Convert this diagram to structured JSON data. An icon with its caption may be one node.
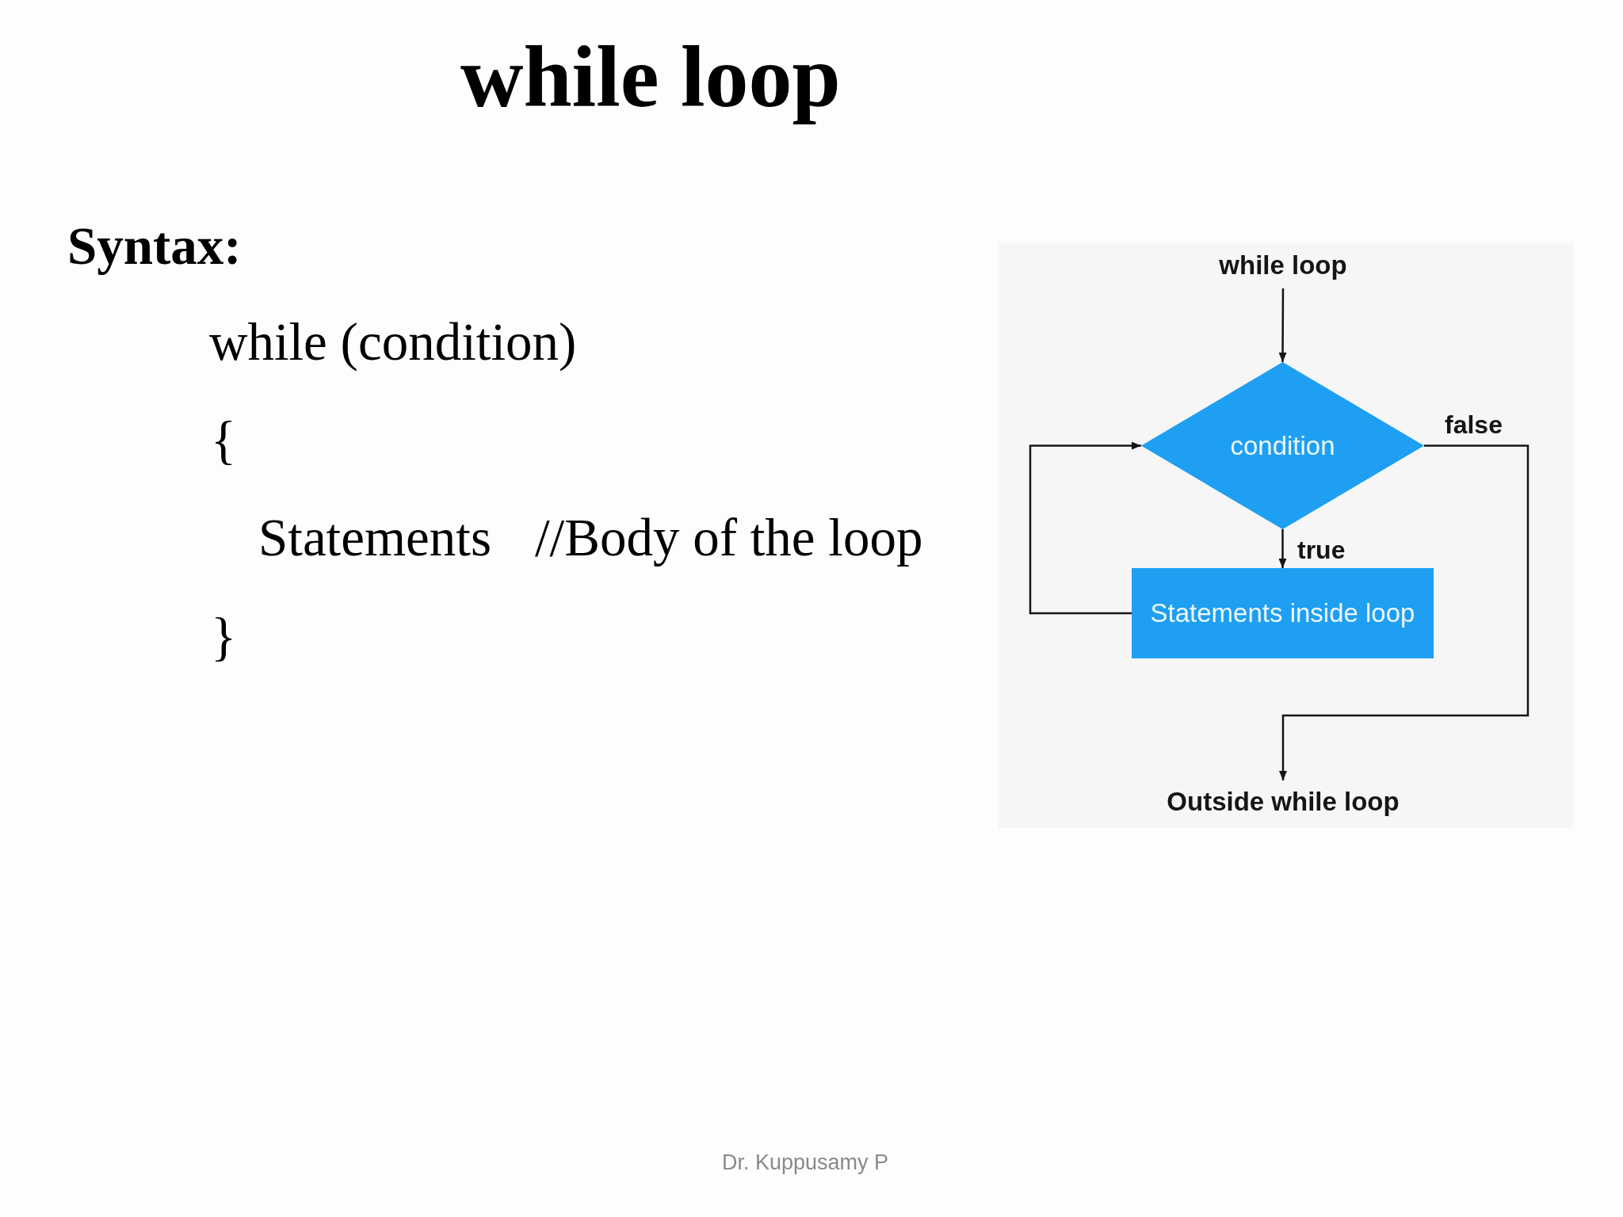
{
  "diagram": {
    "title": "while loop",
    "nodes": [
      {
        "text": [
          "while loop"
        ]
      },
      {
        "text": [
          "condition"
        ]
      },
      {
        "text": [
          "Statements inside loop"
        ]
      },
      {
        "text": [
          "Outside while loop"
        ]
      }
    ],
    "edges": [
      {
        "from": 0,
        "to": 1,
        "arrow": "to"
      },
      {
        "from": 1,
        "to": 2,
        "arrow": "to",
        "label": "true"
      },
      {
        "from": 2,
        "to": 1,
        "arrow": "to"
      },
      {
        "from": 1,
        "to": 3,
        "arrow": "to",
        "label": "false"
      }
    ],
    "labels": [
      "Syntax:",
      "while (condition)",
      "{",
      "Statements",
      "//Body of the loop",
      "}",
      "Dr. Kuppusamy P"
    ]
  }
}
